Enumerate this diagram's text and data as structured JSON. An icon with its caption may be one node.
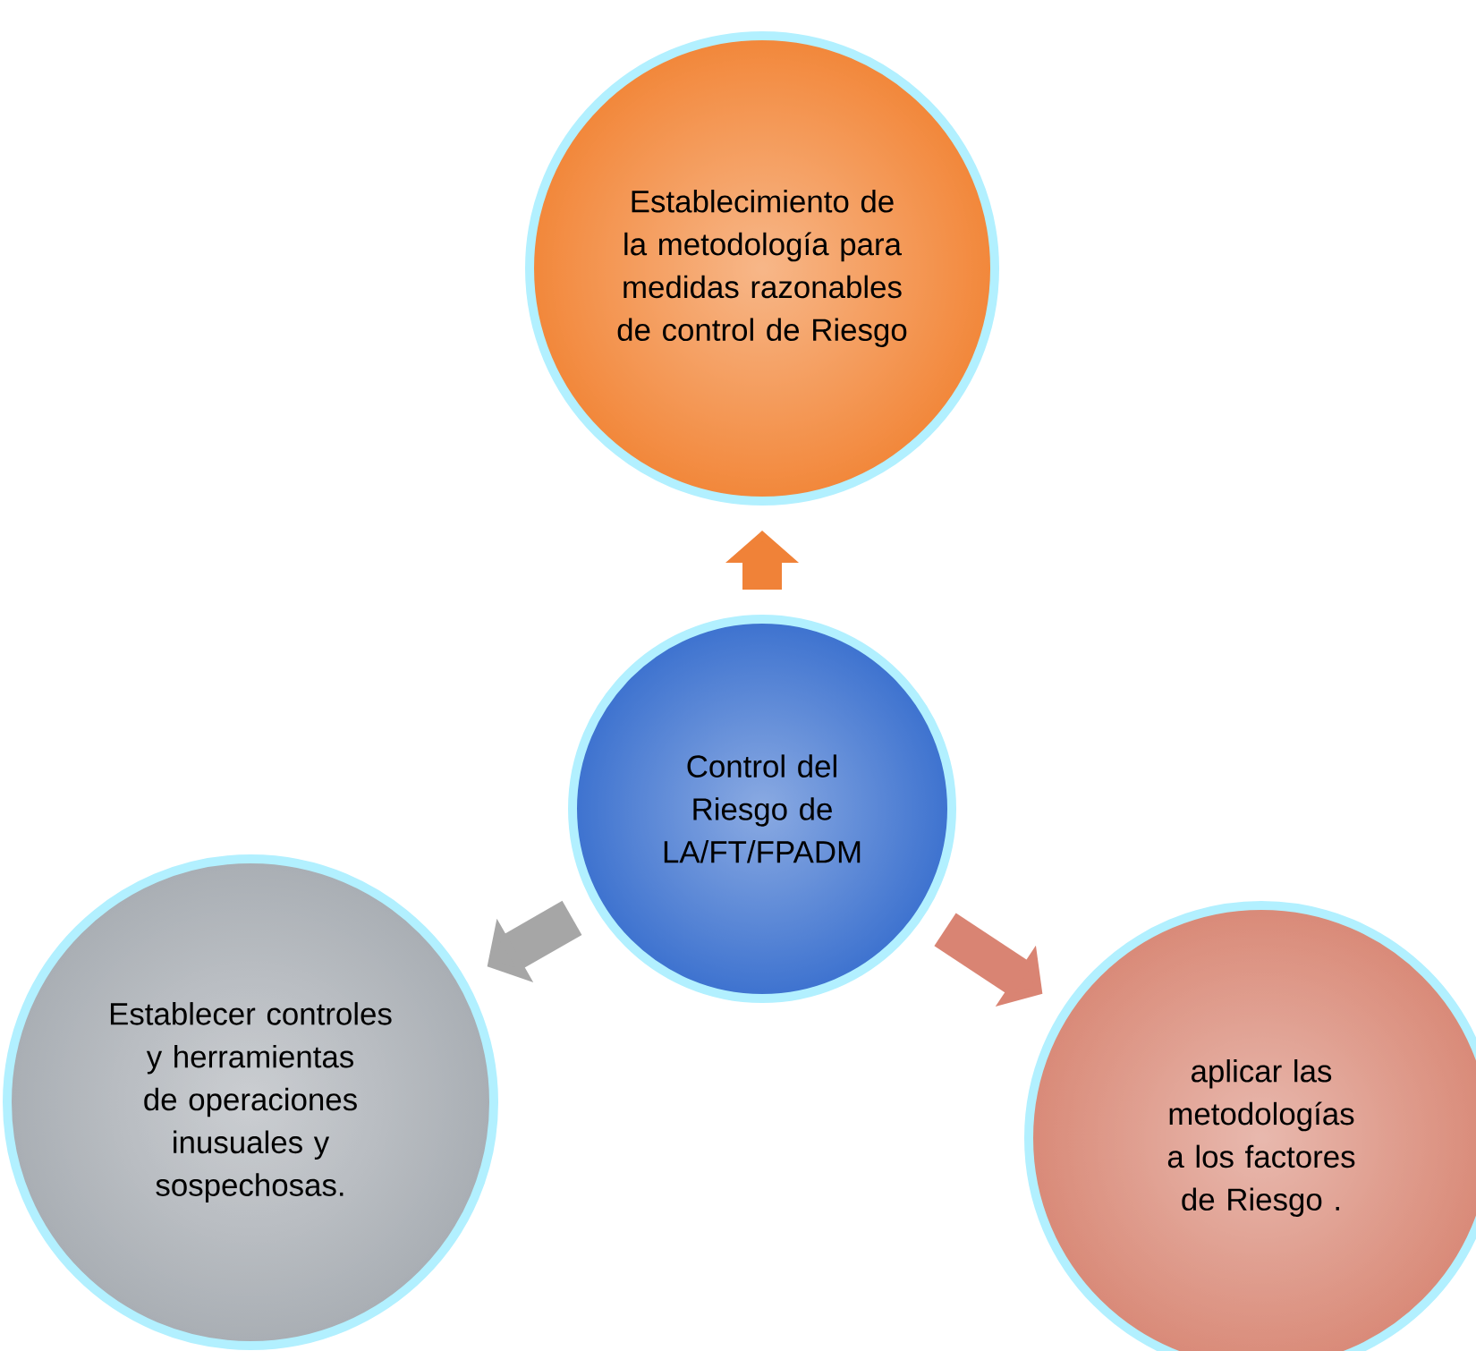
{
  "diagram": {
    "nodes": [
      {
        "text": [
          "Establecimiento de la metodología para medidas razonables de control de Riesgo"
        ]
      },
      {
        "text": [
          "Control del Riesgo de LA/FT/FPADM"
        ]
      },
      {
        "text": [
          "Establecer controles y herramientas de operaciones inusuales y sospechosas."
        ]
      },
      {
        "text": [
          "aplicar las metodologías a los factores de Riesgo ."
        ]
      }
    ],
    "edges": [
      {
        "from": 1,
        "to": 0,
        "arrow": "to",
        "color": "#f08238"
      },
      {
        "from": 1,
        "to": 2,
        "arrow": "to",
        "color": "#a6a6a6"
      },
      {
        "from": 1,
        "to": 3,
        "arrow": "to",
        "color": "#d98473"
      }
    ]
  }
}
